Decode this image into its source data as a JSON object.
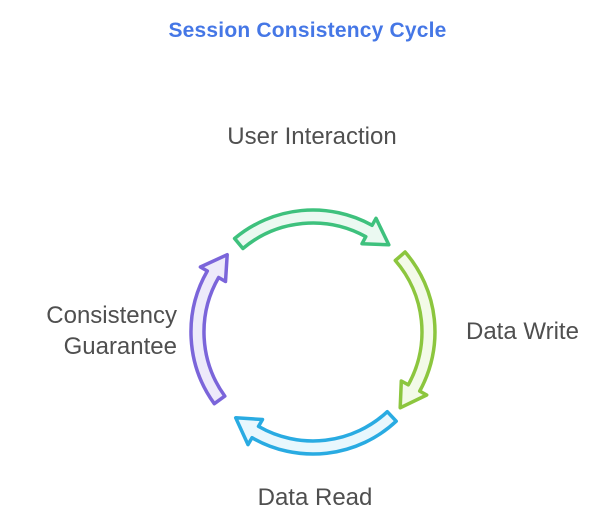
{
  "title": {
    "text": "Session Consistency Cycle",
    "color": "#4577E6"
  },
  "diagram": {
    "type": "cycle",
    "direction": "clockwise",
    "label_color": "#4F4F4F",
    "steps": [
      {
        "label": "User Interaction",
        "position": "top",
        "arrow_color": "#3EC17D",
        "arrow_fill": "#EBF9F1"
      },
      {
        "label": "Data Write",
        "position": "right",
        "arrow_color": "#8CC63E",
        "arrow_fill": "#F3FAE8"
      },
      {
        "label": "Data Read",
        "position": "bottom",
        "arrow_color": "#29ABE2",
        "arrow_fill": "#E8F7FD"
      },
      {
        "label": "Consistency Guarantee",
        "position": "left",
        "arrow_color": "#7B65DA",
        "arrow_fill": "#EDEAFA"
      }
    ]
  }
}
